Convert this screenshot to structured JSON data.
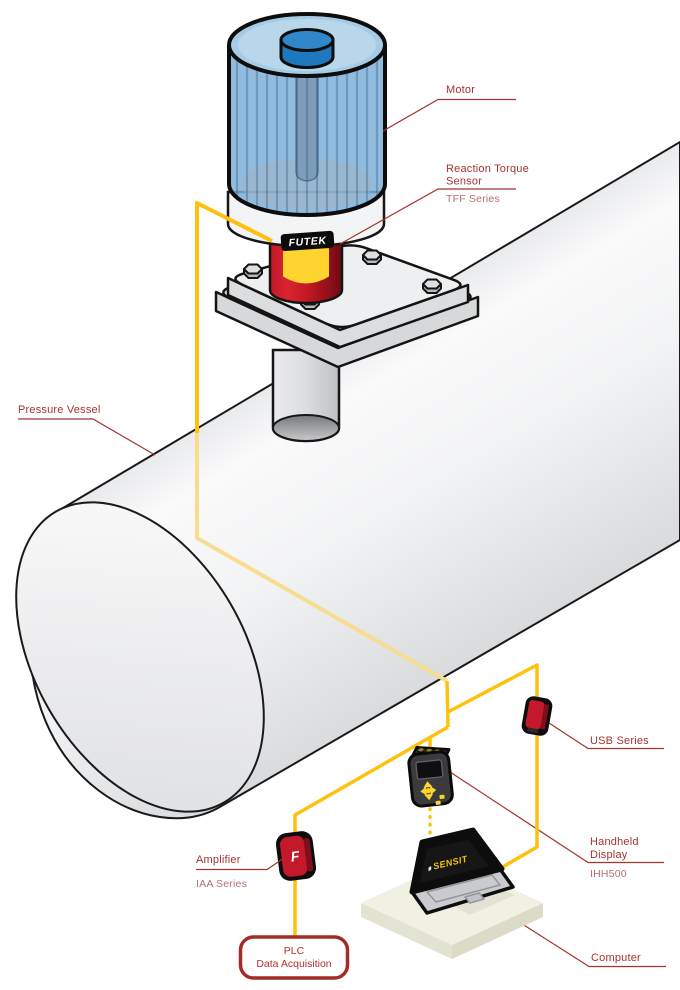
{
  "colors": {
    "wire": "#FEC10D",
    "wire_faded": "#F8DC8F",
    "label": "#A5342F",
    "sublabel": "#B4716C",
    "futek_red": "#C4182B",
    "futek_yellow": "#FFD42E",
    "motor_blue": "#7FB0D8",
    "vessel_gray": "#EFF0F2",
    "platform": "#F0F0E3",
    "plc_border": "#A22C26",
    "plc_text": "#B53030"
  },
  "labels": {
    "motor": "Motor",
    "reaction_torque_sensor": [
      "Reaction Torque",
      "Sensor"
    ],
    "tff_series": "TFF Series",
    "pressure_vessel": "Pressure Vessel",
    "usb_series": "USB Series",
    "amplifier": "Amplifier",
    "iaa_series": "IAA Series",
    "handheld_display": [
      "Handheld",
      "Display"
    ],
    "ihh500": "IHH500",
    "computer": "Computer",
    "plc": [
      "PLC",
      "Data Acquisition"
    ]
  },
  "device_markings": {
    "sensor_badge": "FUTEK",
    "laptop_screen_logo": "SENSIT",
    "amplifier_logo": "F"
  }
}
